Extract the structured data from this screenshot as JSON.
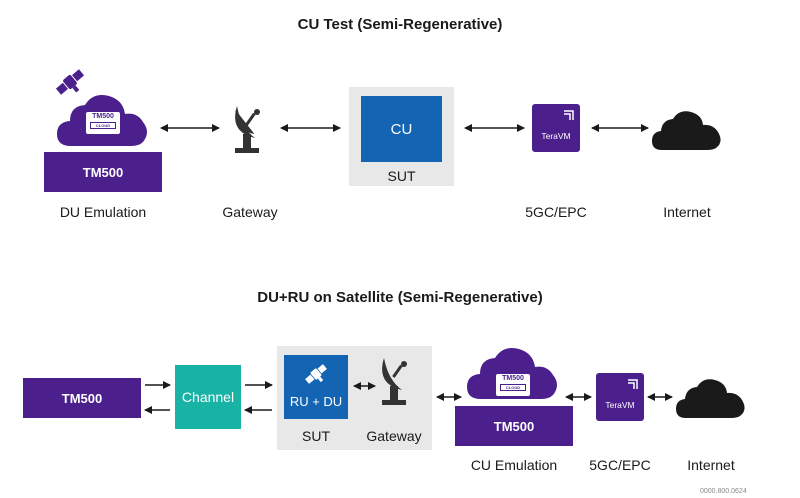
{
  "diagram1": {
    "title": "CU Test (Semi-Regenerative)",
    "du_label": "DU Emulation",
    "gateway_label": "Gateway",
    "sut_box_text": "CU",
    "sut_label": "SUT",
    "core_label": "5GC/EPC",
    "internet_label": "Internet",
    "cloud_tag_title": "TM500",
    "cloud_tag_sub": "CLOUD",
    "device_text": "TM500",
    "teravm_text": "TeraVM"
  },
  "diagram2": {
    "title": "DU+RU on Satellite (Semi-Regenerative)",
    "device_text": "TM500",
    "channel_text": "Channel",
    "ru_du_text": "RU + DU",
    "sut_label": "SUT",
    "gateway_label": "Gateway",
    "cu_label": "CU Emulation",
    "core_label": "5GC/EPC",
    "internet_label": "Internet",
    "cloud_tag_title": "TM500",
    "cloud_tag_sub": "CLOUD",
    "cu_device_text": "TM500",
    "teravm_text": "TeraVM"
  },
  "footer": {
    "code": "0000.800.0624"
  },
  "colors": {
    "purple": "#4b1f8c",
    "blue": "#1464b4",
    "teal": "#19b3a6",
    "dark": "#333333",
    "sut_bg": "#e8e8e8"
  },
  "icons": [
    "satellite-icon",
    "cloud-icon",
    "dish-antenna-icon",
    "teravm-logo-icon",
    "double-arrow-icon"
  ]
}
